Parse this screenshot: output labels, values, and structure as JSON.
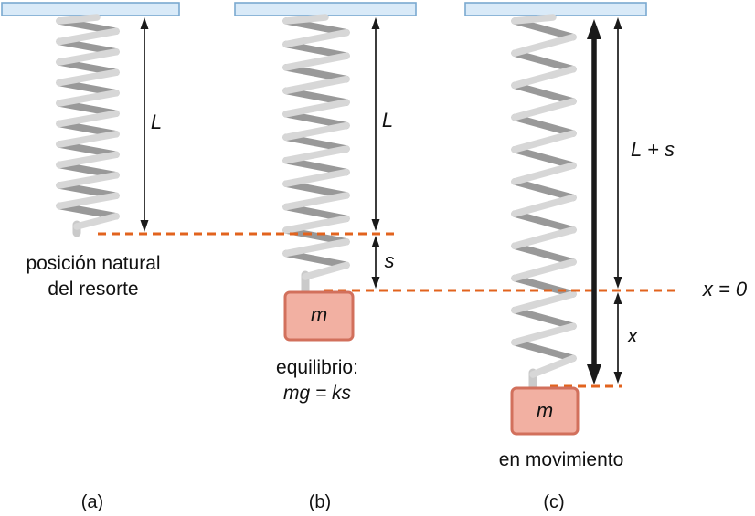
{
  "panels": {
    "a": {
      "label": "(a)",
      "caption_line1": "posición natural",
      "caption_line2": "del resorte",
      "dim_L": "L"
    },
    "b": {
      "label": "(b)",
      "caption_line1": "equilibrio:",
      "caption_line2": "mg = ks",
      "mass_label": "m",
      "dim_L": "L",
      "dim_s": "s"
    },
    "c": {
      "label": "(c)",
      "caption": "en movimiento",
      "mass_label": "m",
      "dim_L_plus_s": "L + s",
      "dim_x": "x",
      "axis_label": "x = 0"
    }
  },
  "colors": {
    "dashed_line": "#E2631E",
    "mass_fill": "#F2B0A2",
    "mass_border": "#D2705C",
    "ceiling_fill": "#D9EAF8",
    "ceiling_border": "#7AA9D0",
    "spring_light": "#D7D7D7",
    "spring_dark": "#999999",
    "spring_stub": "#CACACA",
    "arrow": "#1A1A1A",
    "text": "#111111"
  }
}
